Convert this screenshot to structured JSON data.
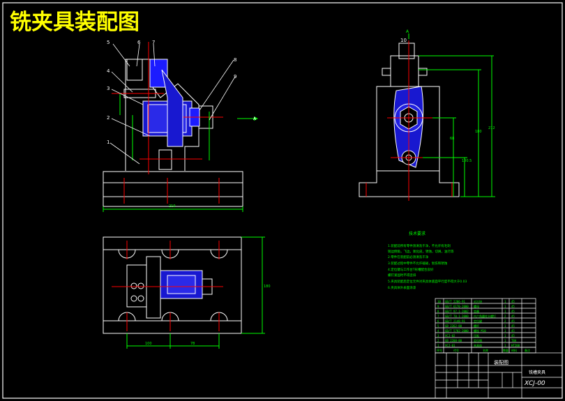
{
  "title": "铣夹具装配图",
  "colors": {
    "background": "#000000",
    "outline": "#ffffff",
    "dimension": "#00ff00",
    "center": "#ff0000",
    "hatch": "#2020ff",
    "title": "#ffff00",
    "leader": "#00ffff"
  },
  "part_callouts": [
    "1",
    "2",
    "3",
    "4",
    "5",
    "6",
    "7",
    "8",
    "9"
  ],
  "side_view_callout": "10",
  "section_marks": {
    "a": "A",
    "b": "A"
  },
  "tech_requirements": {
    "heading": "技术要求",
    "lines": [
      "1.装配前所有零件须清洗干净，不允许有毛刺",
      "  锐边倒角，飞边，氧化皮，锈蚀，切屑，油污等",
      "2.零件在装配前必须清洗干净",
      "3.装配过程中零件不允许磕碰，划伤和锈蚀",
      "4.定位键与工作台T形槽配合良好",
      "  螺钉紧固时不得歪斜",
      "5.夹具装配后定位元件对夹具体底面平行度不得大于0.03",
      "6.夹具体外表面涂漆"
    ]
  },
  "bom_rows": [
    [
      "10",
      "GB/T 2206-91",
      "对刀块",
      "1",
      "45"
    ],
    [
      "9",
      "GB/T 6170-2000",
      "螺母",
      "1",
      "45"
    ],
    [
      "8",
      "GB/T 97.1-2002",
      "垫圈",
      "1",
      "45"
    ],
    [
      "7",
      "GB/T 70.1-2000",
      "内六角圆柱头螺钉",
      "2",
      "45"
    ],
    [
      "6",
      "GB/T 2148-91",
      "定位键",
      "2",
      "45"
    ],
    [
      "5",
      "GB 2262-80",
      "螺杆",
      "1",
      "45"
    ],
    [
      "4",
      "GB/T 5782-2000",
      "螺栓 M10",
      "1",
      "45"
    ],
    [
      "3",
      "XCJ-02",
      "压板",
      "1",
      "45"
    ],
    [
      "2",
      "GB 2208-80",
      "定位销",
      "1",
      "T8A"
    ],
    [
      "1",
      "XCJ-01",
      "夹具体",
      "1",
      "HT200"
    ]
  ],
  "bom_header": [
    "序号",
    "代号",
    "名称",
    "数量",
    "材料",
    "备注"
  ],
  "title_block": {
    "drawing_name": "装配图",
    "part_name": "铣槽夹具",
    "drawing_no": "XCJ-00"
  }
}
